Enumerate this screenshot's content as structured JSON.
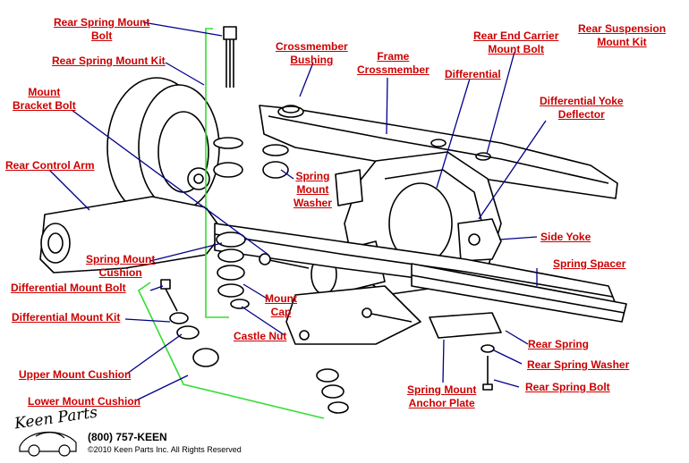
{
  "labels": {
    "rear_spring_mount_bolt": [
      "Rear Spring Mount",
      "Bolt"
    ],
    "rear_spring_mount_kit": "Rear Spring Mount Kit",
    "mount_bracket_bolt": [
      "Mount",
      "Bracket Bolt"
    ],
    "rear_control_arm": "Rear Control Arm",
    "crossmember_bushing": [
      "Crossmember",
      "Bushing"
    ],
    "frame_crossmember": [
      "Frame",
      "Crossmember"
    ],
    "differential": "Differential",
    "rear_end_carrier_mount_bolt": [
      "Rear End Carrier",
      "Mount Bolt"
    ],
    "rear_suspension_mount_kit": [
      "Rear Suspension",
      "Mount Kit"
    ],
    "differential_yoke_deflector": [
      "Differential Yoke",
      "Deflector"
    ],
    "spring_mount_washer": [
      "Spring",
      "Mount",
      "Washer"
    ],
    "side_yoke": "Side Yoke",
    "spring_mount_cushion": [
      "Spring Mount",
      "Cushion"
    ],
    "spring_spacer": "Spring Spacer",
    "differential_mount_bolt": "Differential Mount Bolt",
    "differential_mount_kit": "Differential Mount Kit",
    "mount_cap": [
      "Mount",
      "Cap"
    ],
    "castle_nut": "Castle Nut",
    "rear_spring": "Rear Spring",
    "upper_mount_cushion": "Upper Mount Cushion",
    "rear_spring_washer": "Rear Spring Washer",
    "rear_spring_bolt": "Rear Spring Bolt",
    "lower_mount_cushion": "Lower Mount Cushion",
    "spring_mount_anchor_plate": [
      "Spring Mount",
      "Anchor Plate"
    ]
  },
  "footer": {
    "logo_text": "Keen Parts",
    "phone": "(800) 757-KEEN",
    "copyright": "©2010 Keen Parts Inc. All Rights Reserved"
  },
  "colors": {
    "label": "#cc0000",
    "leader": "#00008b",
    "kit_outline": "#33dd33",
    "drawing": "#000000"
  }
}
